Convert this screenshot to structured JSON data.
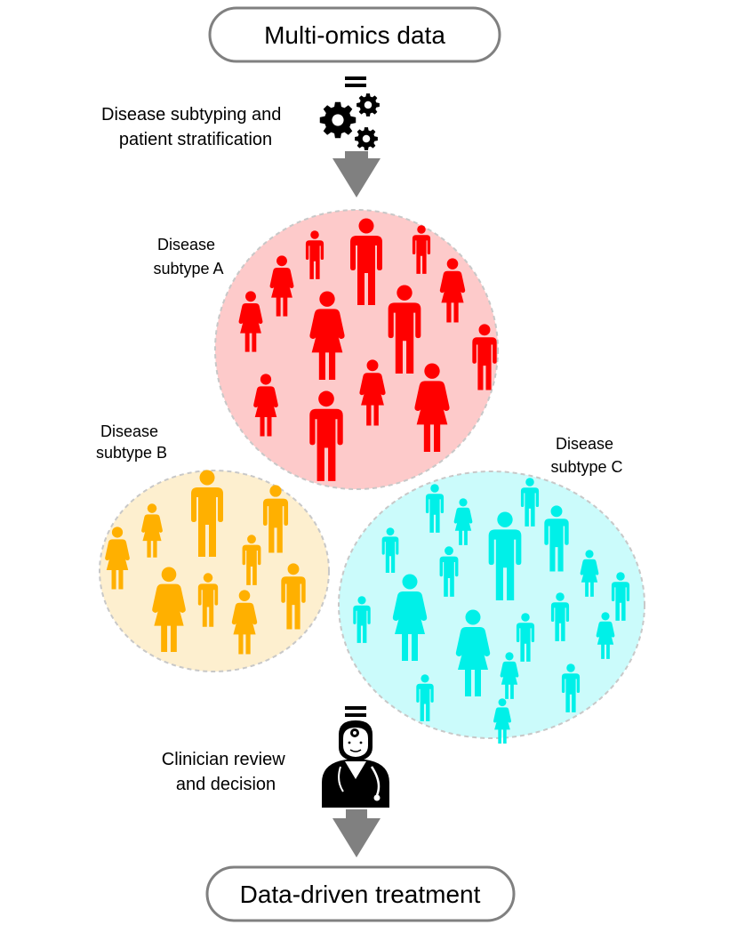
{
  "top_box": {
    "label": "Multi-omics data"
  },
  "step1": {
    "label_lines": [
      "Disease subtyping and",
      "patient stratification"
    ],
    "icon": "gears-icon"
  },
  "clusters": [
    {
      "id": "a",
      "label_lines": [
        "Disease",
        "subtype A"
      ],
      "fill": "#fdcaca",
      "figure_color": "#ff0000"
    },
    {
      "id": "b",
      "label_lines": [
        "Disease",
        "subtype B"
      ],
      "fill": "#fdefcf",
      "figure_color": "#ffb000"
    },
    {
      "id": "c",
      "label_lines": [
        "Disease",
        "subtype C"
      ],
      "fill": "#cbfbfb",
      "figure_color": "#00f0e8"
    }
  ],
  "step2": {
    "label_lines": [
      "Clinician review",
      "and decision"
    ],
    "icon": "doctor-icon"
  },
  "bottom_box": {
    "label": "Data-driven treatment"
  },
  "colors": {
    "arrow": "#808080",
    "pill_border": "#808080",
    "cluster_border": "#c8c8c8",
    "icon": "#000000"
  }
}
